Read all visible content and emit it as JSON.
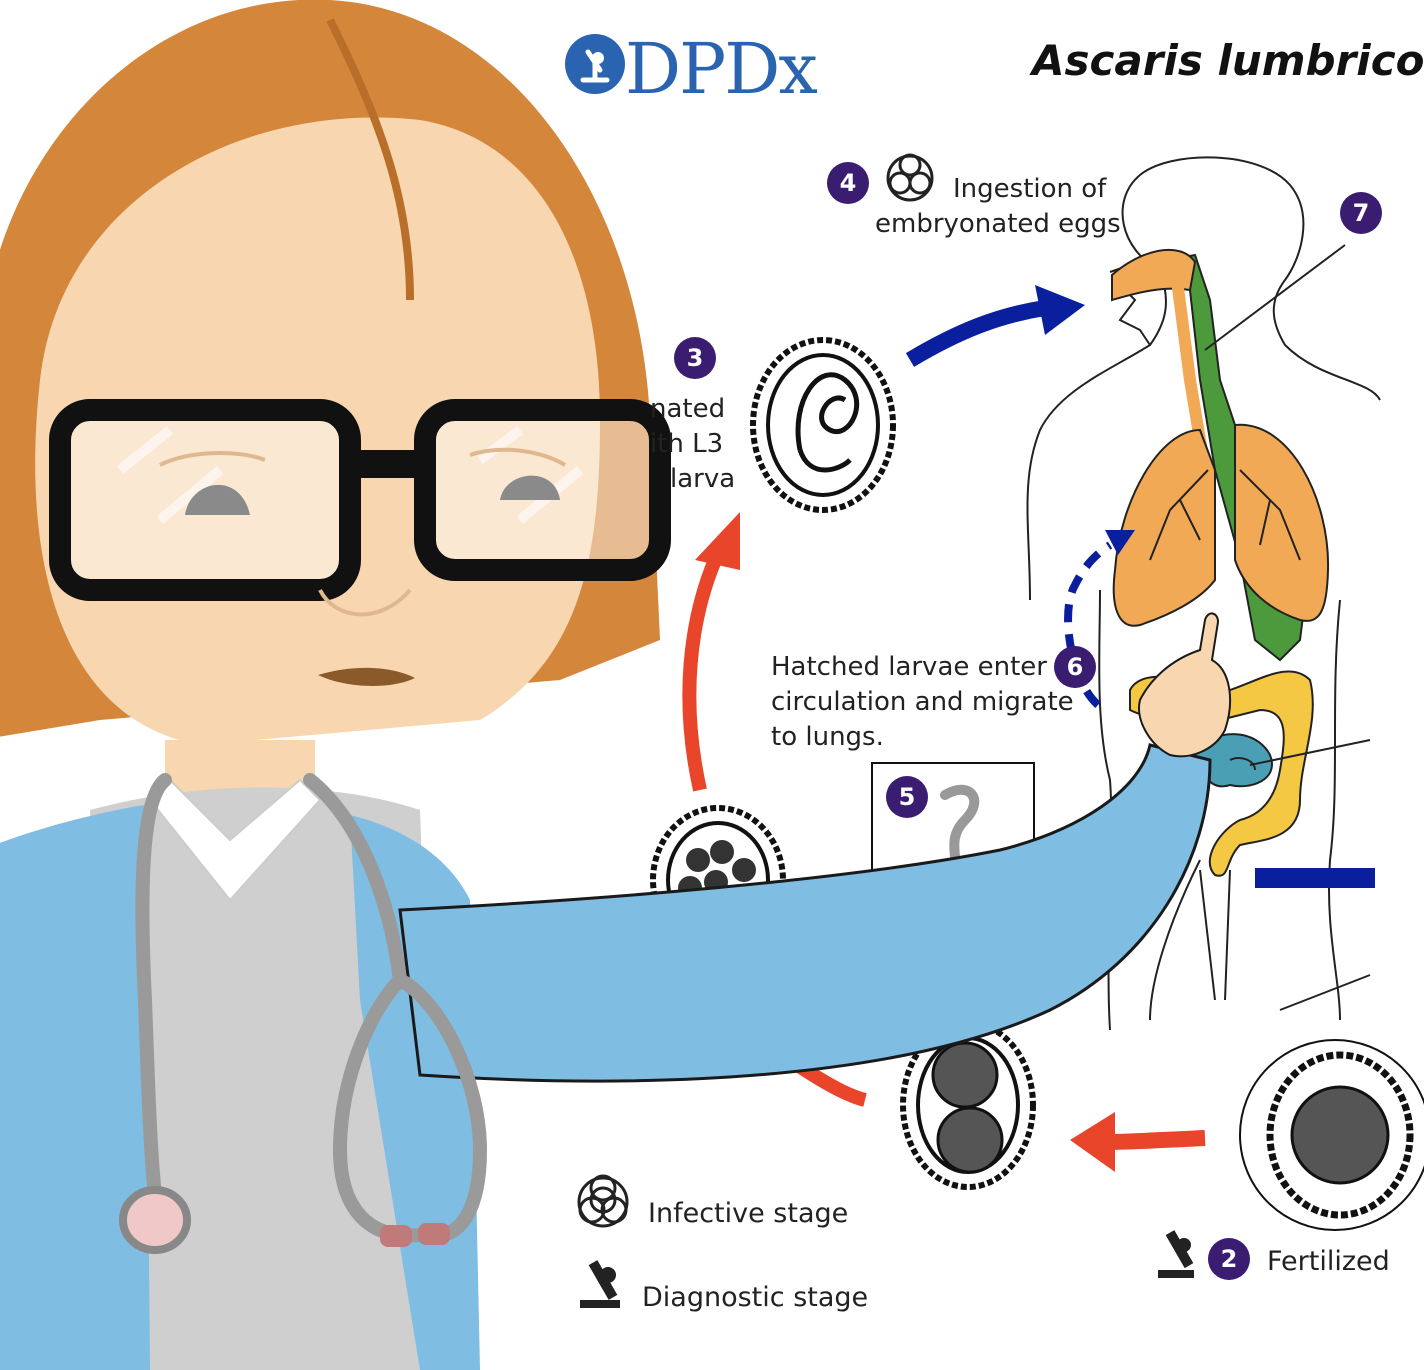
{
  "logo": {
    "text": "DPDx",
    "color": "#2a64b0"
  },
  "title": "Ascaris lumbrico",
  "steps": {
    "s2": {
      "number": "2",
      "label": "Fertilized"
    },
    "s3": {
      "number": "3",
      "label_lines": [
        "nated",
        "ith L3",
        "larva"
      ]
    },
    "s4": {
      "number": "4",
      "label_lines": [
        "Ingestion of",
        "embryonated eggs"
      ]
    },
    "s5": {
      "number": "5"
    },
    "s6": {
      "number": "6",
      "label_lines": [
        "Hatched larvae enter",
        "circulation and migrate",
        "to lungs."
      ]
    },
    "s7": {
      "number": "7"
    }
  },
  "legend": {
    "infective": {
      "label": "Infective stage",
      "icon": "biohazard-icon"
    },
    "diagnostic": {
      "label": "Diagnostic stage",
      "icon": "microscope-icon"
    }
  },
  "colors": {
    "badge": "#3a1c71",
    "arrow_blue": "#0a1f9e",
    "arrow_red": "#e8452a",
    "lungs": "#f2a955",
    "esophagus": "#4c9a3c",
    "intestine": "#f4c843",
    "small_intestine": "#4a9fb5",
    "coat": "#7fbde3",
    "hair": "#d4863a",
    "skin": "#f7d6b0"
  }
}
